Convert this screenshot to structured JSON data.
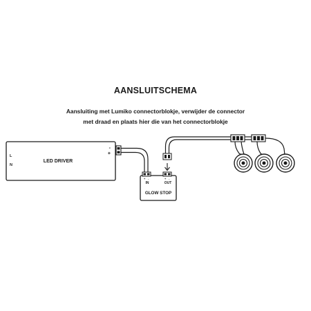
{
  "diagram": {
    "title": "AANSLUITSCHEMA",
    "subtitle_line1": "Aansluiting met Lumiko connectorblokje, verwijder de connector",
    "subtitle_line2": "met draad en plaats hier die van het connectorblokje",
    "led_driver": {
      "label": "LED DRIVER",
      "input_l": "L",
      "input_n": "N",
      "out_minus": "-",
      "out_plus": "+"
    },
    "glow_stop": {
      "label": "GLOW STOP",
      "in_label": "IN",
      "out_label": "OUT",
      "in_plus": "+",
      "in_minus": "-",
      "out_plus": "+",
      "out_minus": "-"
    },
    "spotlight_count": 3,
    "connector_block_count": 2,
    "colors": {
      "line": "#1a1a1a",
      "background": "#ffffff"
    }
  }
}
